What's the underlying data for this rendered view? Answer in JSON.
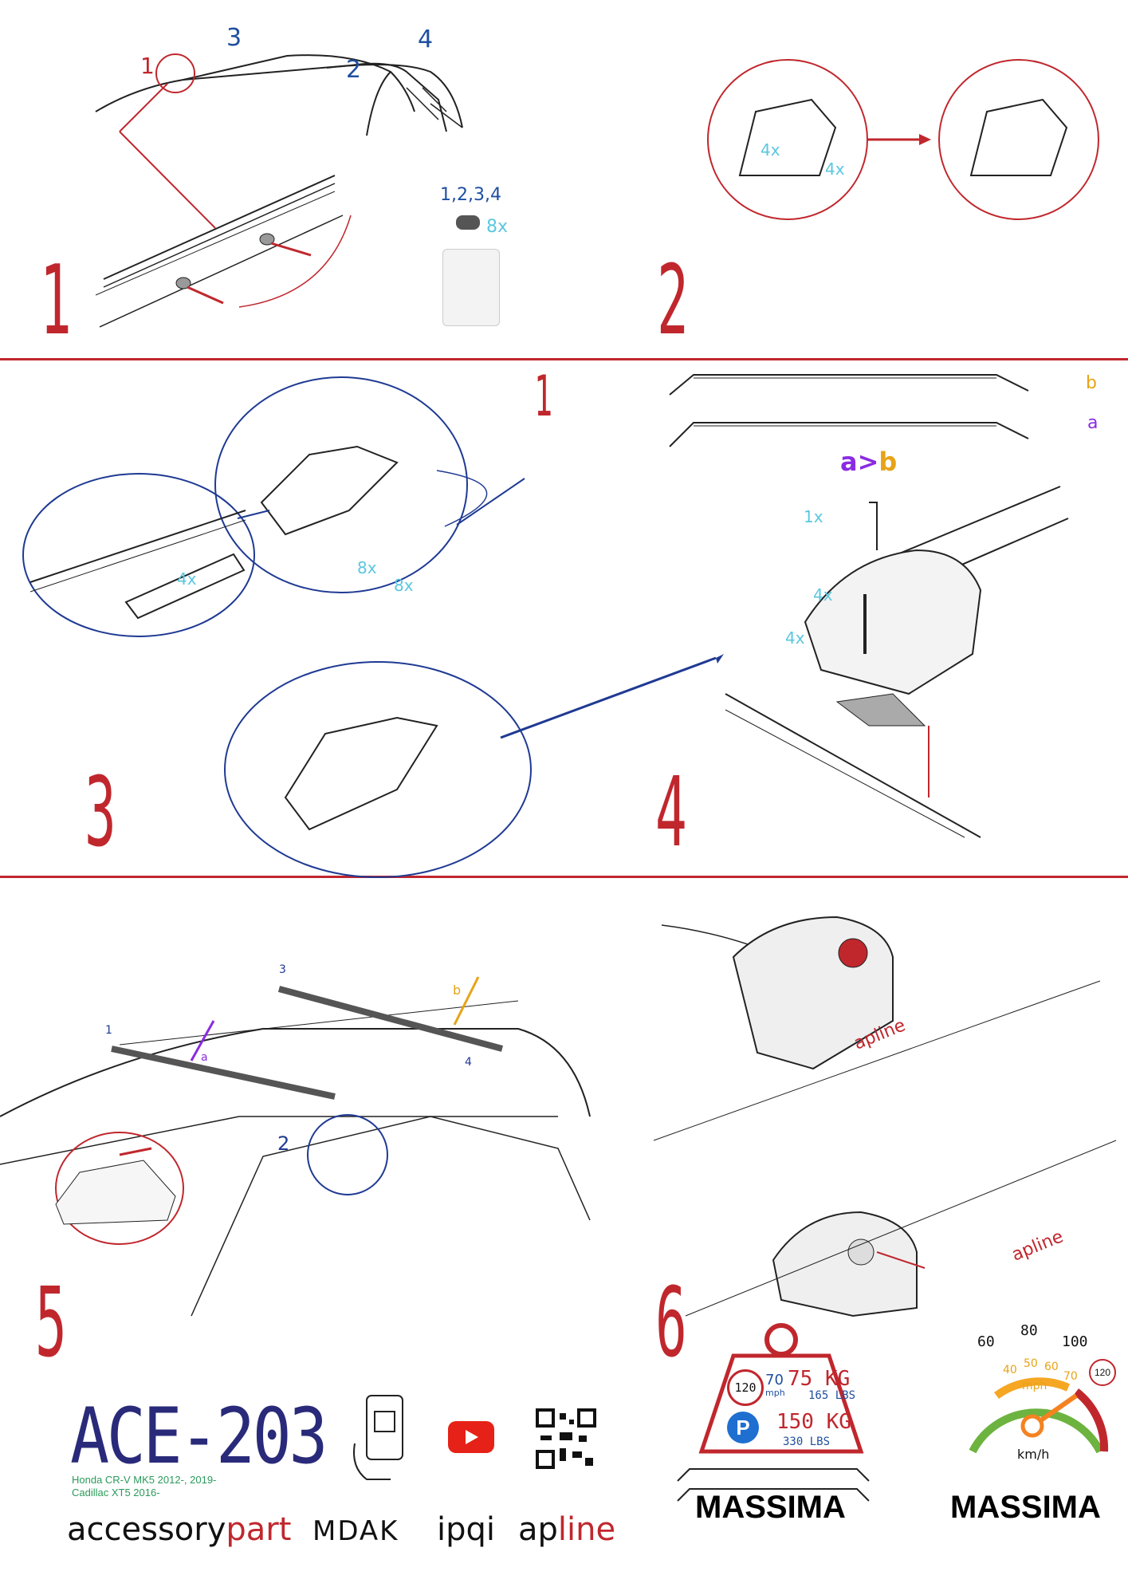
{
  "steps": [
    "1",
    "2",
    "3",
    "4",
    "5",
    "6"
  ],
  "step1": {
    "callouts": [
      "1",
      "3",
      "2",
      "4"
    ],
    "bag_label": "1,2,3,4",
    "qty": "8x"
  },
  "step2": {
    "qty_left": "4x",
    "qty_right": "4x"
  },
  "step3": {
    "sub": "1",
    "qty_a": "4x",
    "qty_b": "8x",
    "qty_c": "8x"
  },
  "step4": {
    "label_b": "b",
    "label_a": "a",
    "order_a": "a",
    "order_gt": ">",
    "order_b": "b",
    "qty_key": "1x",
    "qty_1": "4x",
    "qty_2": "4x"
  },
  "step5": {
    "callouts": [
      "1",
      "2",
      "3",
      "4"
    ],
    "bar_a": "a",
    "bar_b": "b"
  },
  "step6": {
    "logo": "apline"
  },
  "load": {
    "speed_limit": "120",
    "speed_mph": "70",
    "mph_unit": "mph",
    "dyn_kg": "75 KG",
    "dyn_lbs": "165 LBS",
    "parking": "P",
    "static_kg": "150 KG",
    "static_lbs": "330 LBS"
  },
  "gauge": {
    "ticks_outer": [
      "60",
      "80",
      "100"
    ],
    "ticks_inner": [
      "40",
      "50",
      "60",
      "70"
    ],
    "unit_mph": "mph",
    "unit_kmh": "km/h",
    "limit": "120"
  },
  "product": {
    "model": "ACE-203",
    "vehicles": [
      "Honda CR-V MK5 2012-, 2019-",
      "Cadillac XT5 2016-"
    ]
  },
  "brands": [
    "accessorypart",
    "MDAK",
    "ipqi",
    "apline"
  ],
  "massima": [
    "MASSIMA",
    "MASSIMA"
  ],
  "colors": {
    "accent_red": "#c0272d",
    "navy": "#1f3a93",
    "cyan": "#5bc7e0",
    "purple": "#8a2be2",
    "orange": "#e8a317",
    "youtube": "#e62117",
    "parking_blue": "#1e6fd0"
  }
}
